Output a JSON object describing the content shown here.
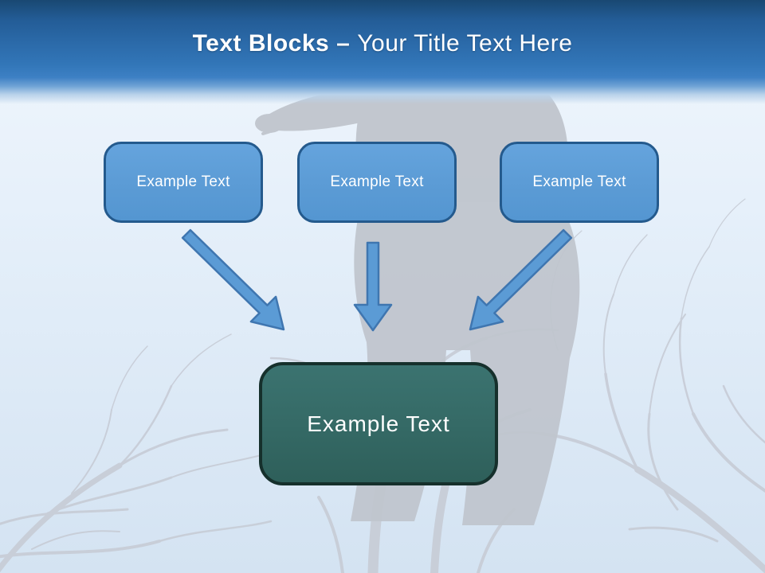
{
  "slide": {
    "title": {
      "bold_part": "Text Blocks –",
      "regular_part": "Your Title Text Here"
    },
    "top_boxes": [
      {
        "label": "Example Text"
      },
      {
        "label": "Example Text"
      },
      {
        "label": "Example Text"
      }
    ],
    "center_box": {
      "label": "Example Text"
    },
    "colors": {
      "header_top": "#194872",
      "header_main": "#2d70b0",
      "box_fill": "#5b9bd5",
      "box_border": "#245a8d",
      "arrow_fill": "#5b9bd5",
      "arrow_outline": "#3f76b0",
      "center_fill": "#356a66",
      "center_border": "#16302c",
      "title_text": "#ffffff",
      "background_tint": "#dbe8f5",
      "silhouette_gray": "#c0c5cd"
    }
  }
}
